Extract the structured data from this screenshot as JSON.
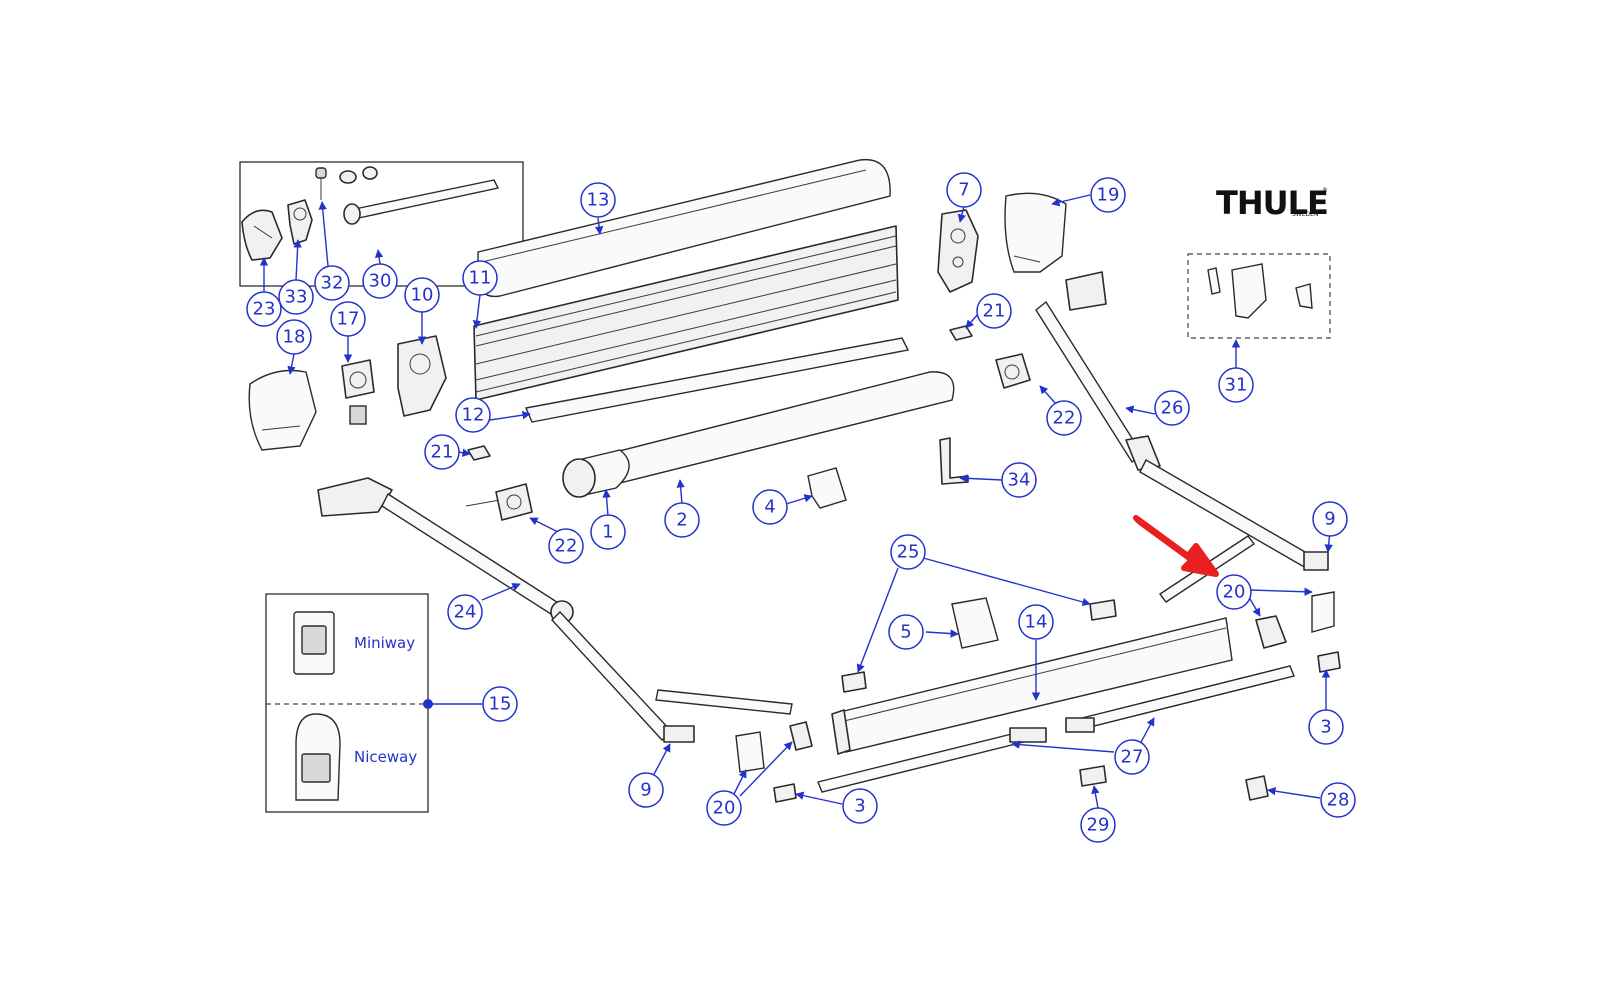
{
  "brand": {
    "name": "THULE",
    "sub": "SWEDEN",
    "registered": "®"
  },
  "remotes": [
    {
      "label": "Miniway"
    },
    {
      "label": "Niceway"
    }
  ],
  "callouts": [
    "13",
    "7",
    "19",
    "11",
    "23",
    "33",
    "32",
    "30",
    "10",
    "17",
    "18",
    "21",
    "31",
    "12",
    "26",
    "22",
    "21",
    "34",
    "4",
    "2",
    "1",
    "22",
    "9",
    "24",
    "25",
    "20",
    "5",
    "14",
    "15",
    "3",
    "27",
    "9",
    "20",
    "3",
    "29",
    "28"
  ],
  "colors": {
    "callout": "#2233cc",
    "arrow": "#e82020",
    "line": "#2a2a2a"
  },
  "icons": {
    "arrow": "red-arrow-icon",
    "leader_dot": "blue-dot-icon"
  }
}
